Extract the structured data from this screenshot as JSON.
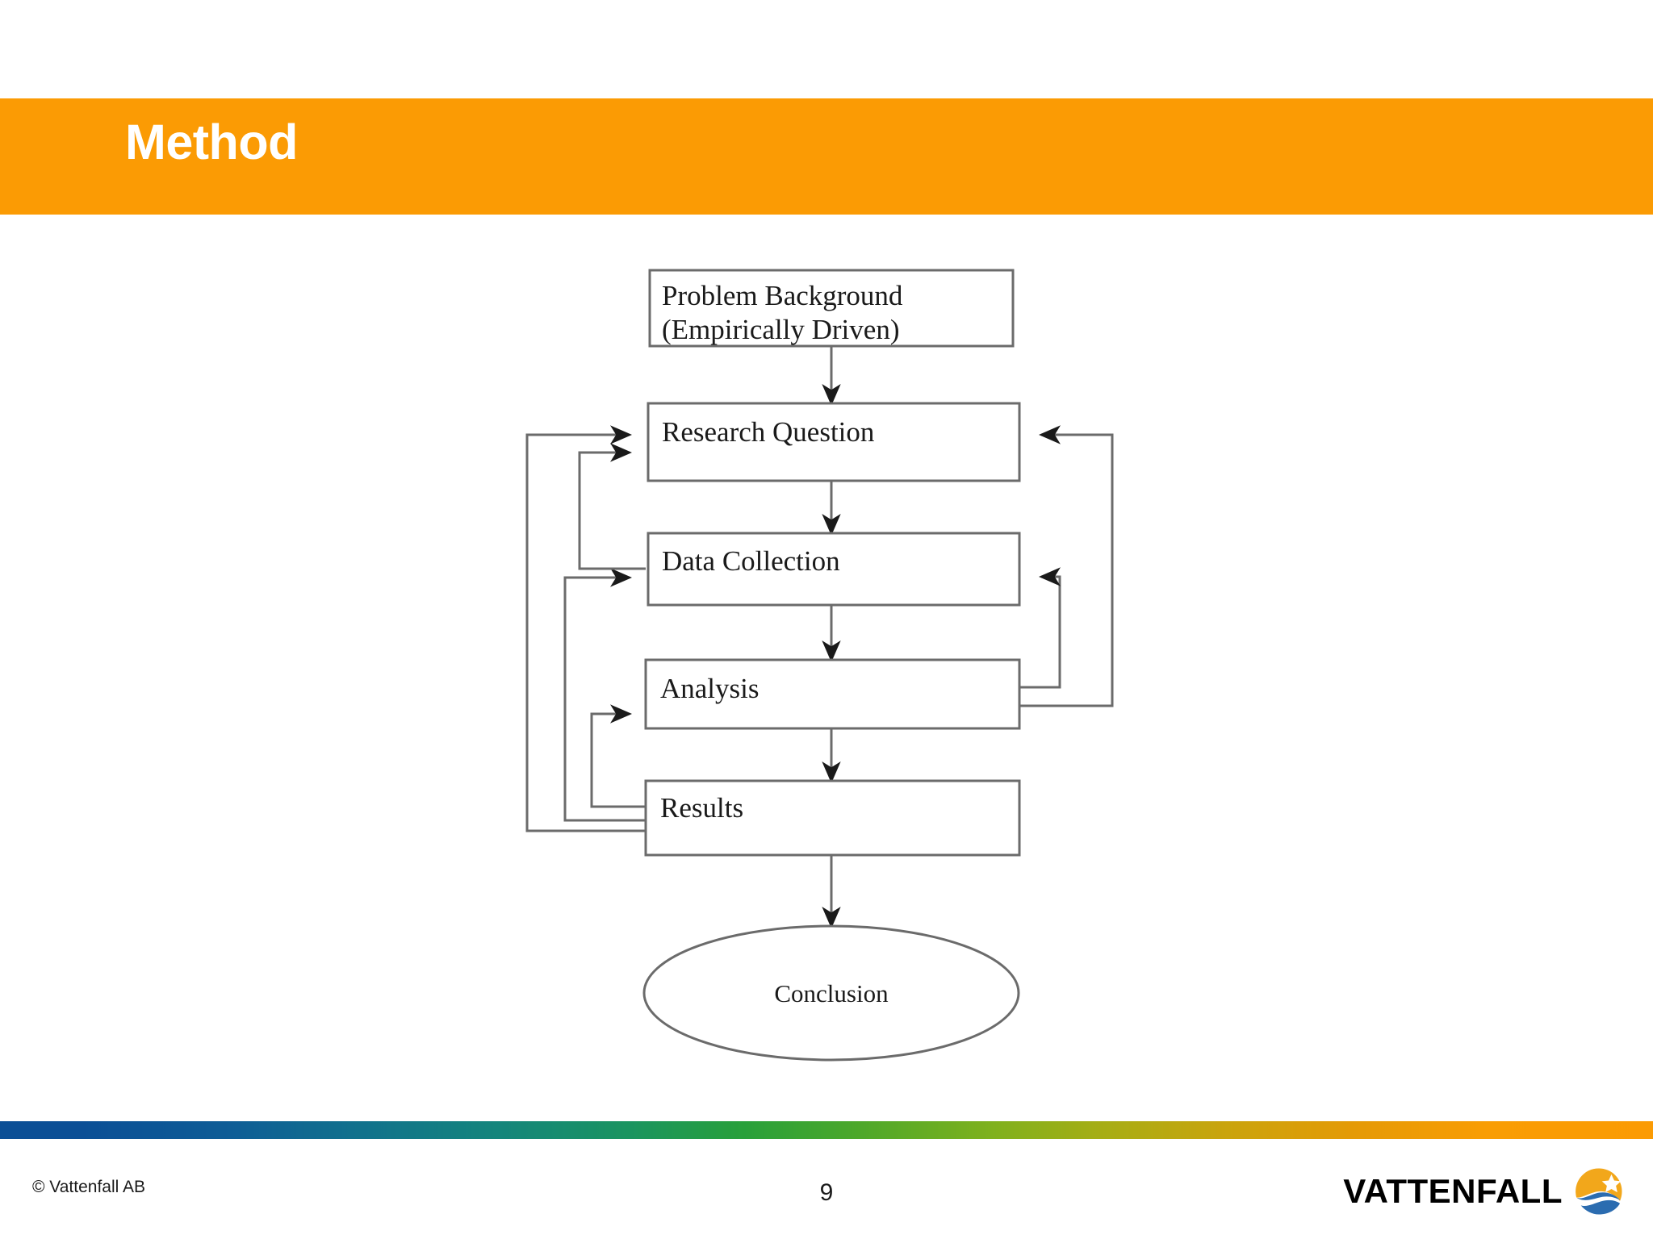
{
  "slide": {
    "title": "Method",
    "banner_color": "#fb9b04",
    "background_color": "#ffffff"
  },
  "diagram": {
    "type": "flowchart",
    "nodes": [
      {
        "id": "problem-background",
        "shape": "rect",
        "label_line1": "Problem Background",
        "label_line2": "(Empirically Driven)"
      },
      {
        "id": "research-question",
        "shape": "rect",
        "label": "Research Question"
      },
      {
        "id": "data-collection",
        "shape": "rect",
        "label": "Data Collection"
      },
      {
        "id": "analysis",
        "shape": "rect",
        "label": "Analysis"
      },
      {
        "id": "results",
        "shape": "rect",
        "label": "Results"
      },
      {
        "id": "conclusion",
        "shape": "ellipse",
        "label": "Conclusion"
      }
    ],
    "edges": [
      {
        "from": "problem-background",
        "to": "research-question",
        "kind": "forward"
      },
      {
        "from": "research-question",
        "to": "data-collection",
        "kind": "forward"
      },
      {
        "from": "data-collection",
        "to": "analysis",
        "kind": "forward"
      },
      {
        "from": "analysis",
        "to": "results",
        "kind": "forward"
      },
      {
        "from": "results",
        "to": "conclusion",
        "kind": "forward"
      },
      {
        "from": "results",
        "to": "research-question",
        "kind": "feedback-left"
      },
      {
        "from": "results",
        "to": "data-collection",
        "kind": "feedback-left"
      },
      {
        "from": "results",
        "to": "analysis",
        "kind": "feedback-left"
      },
      {
        "from": "data-collection",
        "to": "research-question",
        "kind": "feedback-left"
      },
      {
        "from": "analysis",
        "to": "research-question",
        "kind": "feedback-right"
      },
      {
        "from": "analysis",
        "to": "data-collection",
        "kind": "feedback-right"
      }
    ],
    "stroke_color": "#6b6b6b",
    "arrow_color": "#1a1a1a"
  },
  "footer": {
    "copyright": "© Vattenfall AB",
    "page_number": "9",
    "brand_name": "VATTENFALL",
    "gradient_colors": [
      "#0b4f96",
      "#11728c",
      "#28a03a",
      "#a8ad14",
      "#fb9b04"
    ],
    "logo_sun_color": "#f2a71b",
    "logo_wave_color": "#2b6cb0",
    "logo_star_color": "#ffffff"
  }
}
